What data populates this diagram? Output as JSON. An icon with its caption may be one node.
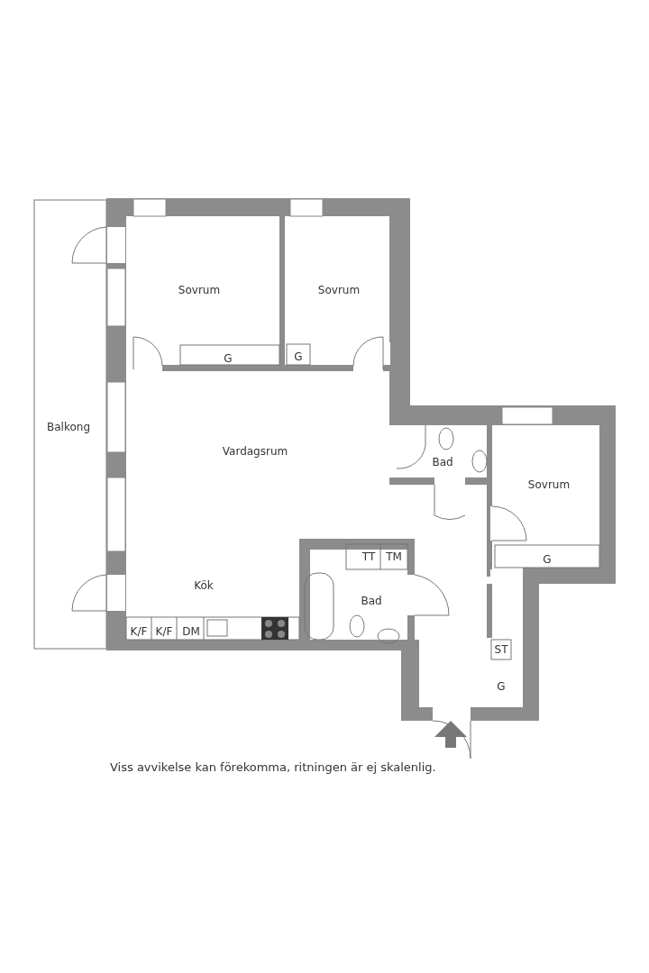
{
  "diagram": {
    "caption": "Viss avvikelse kan förekomma, ritningen är ej skalenlig.",
    "labels": [
      "Sovrum",
      "Sovrum",
      "G",
      "G",
      "Balkong",
      "Vardagsrum",
      "Bad",
      "Sovrum",
      "TT",
      "TM",
      "G",
      "Kök",
      "Bad",
      "K/F",
      "K/F",
      "DM",
      "ST",
      "G"
    ]
  }
}
